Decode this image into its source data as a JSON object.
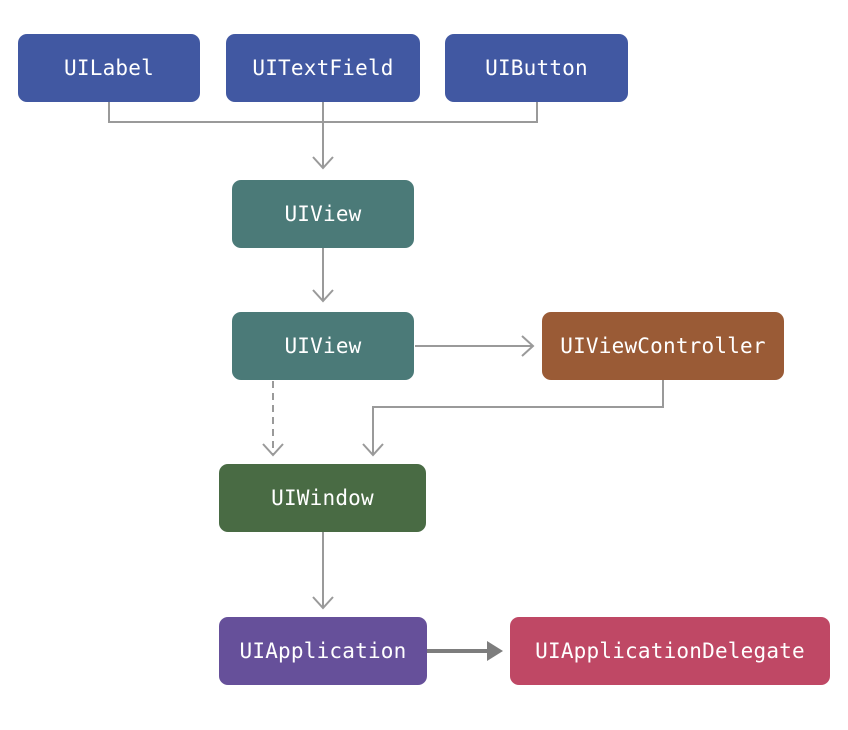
{
  "colors": {
    "blue": "#4158a2",
    "teal": "#4b7a78",
    "brown": "#9a5b36",
    "green": "#496b44",
    "purple": "#66509a",
    "pink": "#bf4865",
    "connector": "#9a9a9a",
    "connector_strong": "#7d7d7d"
  },
  "nodes": {
    "ui_label": "UILabel",
    "ui_text_field": "UITextField",
    "ui_button": "UIButton",
    "ui_view_top": "UIView",
    "ui_view_bottom": "UIView",
    "ui_view_controller": "UIViewController",
    "ui_window": "UIWindow",
    "ui_application": "UIApplication",
    "ui_application_delegate": "UIApplicationDelegate"
  }
}
